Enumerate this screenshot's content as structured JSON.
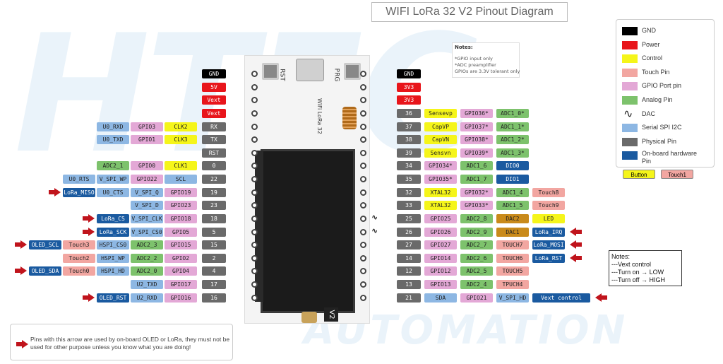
{
  "title": "WIFI LoRa 32 V2 Pinout Diagram",
  "watermark": {
    "left": "HTEC",
    "bottom": "AUTOMATION"
  },
  "colors": {
    "gnd": "#000000",
    "power": "#e8151b",
    "control": "#f5f51a",
    "touch": "#f2a6a1",
    "gpio": "#e3a8d6",
    "analog": "#7dc26c",
    "serial": "#8db7e3",
    "physical": "#6a6a6a",
    "onboard": "#1a5aa0",
    "button": "#f5f51a",
    "dac": "#c98a1a",
    "sens": "#f5f51a"
  },
  "notes_top": {
    "heading": "Notes:",
    "lines": [
      "*GPIO input only",
      "*ADC preamplifier",
      "GPIOs are  3.3V tolerant only"
    ]
  },
  "notes_right": {
    "heading": "Notes:",
    "lines": [
      "---Vext control",
      "---Turn on  →  LOW",
      "---Turn off  →  HIGH"
    ]
  },
  "footer_note": "Pins with this arrow are used by on-board OLED or LoRa, they must not be used for other purpose unless you know what you are doing!",
  "legend": [
    {
      "label": "GND",
      "color": "#000000",
      "icon": "swatch"
    },
    {
      "label": "Power",
      "color": "#e8151b",
      "icon": "swatch"
    },
    {
      "label": "Control",
      "color": "#f5f51a",
      "icon": "swatch"
    },
    {
      "label": "Touch Pin",
      "color": "#f2a6a1",
      "icon": "swatch"
    },
    {
      "label": "GPIO Port pin",
      "color": "#e3a8d6",
      "icon": "swatch"
    },
    {
      "label": "Analog Pin",
      "color": "#7dc26c",
      "icon": "swatch"
    },
    {
      "label": "DAC",
      "color": "",
      "icon": "dac-wave"
    },
    {
      "label": "Serial SPI I2C",
      "color": "#8db7e3",
      "icon": "swatch"
    },
    {
      "label": "Physical Pin",
      "color": "#6a6a6a",
      "icon": "swatch"
    },
    {
      "label": "On-board hardware Pin",
      "color": "#1a5aa0",
      "icon": "swatch"
    }
  ],
  "legend_buttons": {
    "button": "Button",
    "touch1": "Touch1"
  },
  "board": {
    "rst": "RST",
    "prg": "PRG",
    "v2": "V2",
    "model": "WiFi LoRa 32"
  },
  "left_pins": [
    {
      "phys": "GND",
      "type": "gnd",
      "labels": [],
      "arrow": false
    },
    {
      "phys": "5V",
      "type": "power",
      "labels": [],
      "arrow": false
    },
    {
      "phys": "Vext",
      "type": "power",
      "labels": [],
      "arrow": false
    },
    {
      "phys": "Vext",
      "type": "power",
      "labels": [],
      "arrow": false
    },
    {
      "phys": "RX",
      "type": "physical",
      "labels": [
        {
          "t": "CLK2",
          "c": "control"
        },
        {
          "t": "GPIO3",
          "c": "gpio"
        },
        {
          "t": "U0_RXD",
          "c": "serial"
        }
      ],
      "arrow": false
    },
    {
      "phys": "TX",
      "type": "physical",
      "labels": [
        {
          "t": "CLK3",
          "c": "control"
        },
        {
          "t": "GPIO1",
          "c": "gpio"
        },
        {
          "t": "U0_TXD",
          "c": "serial"
        }
      ],
      "arrow": false
    },
    {
      "phys": "RST",
      "type": "physical",
      "labels": [],
      "arrow": false
    },
    {
      "phys": "0",
      "type": "physical",
      "labels": [
        {
          "t": "CLK1",
          "c": "control"
        },
        {
          "t": "GPIO0",
          "c": "gpio"
        },
        {
          "t": "ADC2_1",
          "c": "analog"
        }
      ],
      "arrow": false
    },
    {
      "phys": "22",
      "type": "physical",
      "labels": [
        {
          "t": "SCL",
          "c": "serial"
        },
        {
          "t": "GPIO22",
          "c": "gpio"
        },
        {
          "t": "V_SPI_WP",
          "c": "serial"
        },
        {
          "t": "U0_RTS",
          "c": "serial"
        }
      ],
      "arrow": false
    },
    {
      "phys": "19",
      "type": "physical",
      "labels": [
        {
          "t": "GPIO19",
          "c": "gpio"
        },
        {
          "t": "V_SPI_Q",
          "c": "serial"
        },
        {
          "t": "U0_CTS",
          "c": "serial"
        },
        {
          "t": "LoRa_MISO",
          "c": "onboard"
        }
      ],
      "arrow": true
    },
    {
      "phys": "23",
      "type": "physical",
      "labels": [
        {
          "t": "GPIO23",
          "c": "gpio"
        },
        {
          "t": "V_SPI_D",
          "c": "serial"
        }
      ],
      "arrow": false
    },
    {
      "phys": "18",
      "type": "physical",
      "labels": [
        {
          "t": "GPIO18",
          "c": "gpio"
        },
        {
          "t": "V_SPI_CLK",
          "c": "serial"
        },
        {
          "t": "LoRa_CS",
          "c": "onboard"
        }
      ],
      "arrow": true
    },
    {
      "phys": "5",
      "type": "physical",
      "labels": [
        {
          "t": "GPIO5",
          "c": "gpio"
        },
        {
          "t": "V_SPI_CS0",
          "c": "serial"
        },
        {
          "t": "LoRa_SCK",
          "c": "onboard"
        }
      ],
      "arrow": true
    },
    {
      "phys": "15",
      "type": "physical",
      "labels": [
        {
          "t": "GPIO15",
          "c": "gpio"
        },
        {
          "t": "ADC2_3",
          "c": "analog"
        },
        {
          "t": "HSPI_CS0",
          "c": "serial"
        },
        {
          "t": "Touch3",
          "c": "touch"
        },
        {
          "t": "OLED_SCL",
          "c": "onboard"
        }
      ],
      "arrow": true
    },
    {
      "phys": "2",
      "type": "physical",
      "labels": [
        {
          "t": "GPIO2",
          "c": "gpio"
        },
        {
          "t": "ADC2_2",
          "c": "analog"
        },
        {
          "t": "HSPI_WP",
          "c": "serial"
        },
        {
          "t": "Touch2",
          "c": "touch"
        }
      ],
      "arrow": false
    },
    {
      "phys": "4",
      "type": "physical",
      "labels": [
        {
          "t": "GPIO4",
          "c": "gpio"
        },
        {
          "t": "ADC2_0",
          "c": "analog"
        },
        {
          "t": "HSPI_HD",
          "c": "serial"
        },
        {
          "t": "Touch0",
          "c": "touch"
        },
        {
          "t": "OLED_SDA",
          "c": "onboard"
        }
      ],
      "arrow": true
    },
    {
      "phys": "17",
      "type": "physical",
      "labels": [
        {
          "t": "GPIO17",
          "c": "gpio"
        },
        {
          "t": "U2_TXD",
          "c": "serial"
        }
      ],
      "arrow": false
    },
    {
      "phys": "16",
      "type": "physical",
      "labels": [
        {
          "t": "GPIO16",
          "c": "gpio"
        },
        {
          "t": "U2_RXD",
          "c": "serial"
        },
        {
          "t": "OLED_RST",
          "c": "onboard"
        }
      ],
      "arrow": true
    }
  ],
  "right_pins": [
    {
      "phys": "GND",
      "type": "gnd",
      "labels": [],
      "arrow": false,
      "dac": false
    },
    {
      "phys": "3V3",
      "type": "power",
      "labels": [],
      "arrow": false,
      "dac": false
    },
    {
      "phys": "3V3",
      "type": "power",
      "labels": [],
      "arrow": false,
      "dac": false
    },
    {
      "phys": "36",
      "type": "physical",
      "labels": [
        {
          "t": "Sensevp",
          "c": "sens"
        },
        {
          "t": "GPIO36*",
          "c": "gpio"
        },
        {
          "t": "ADC1_0*",
          "c": "analog"
        }
      ],
      "arrow": false,
      "dac": false
    },
    {
      "phys": "37",
      "type": "physical",
      "labels": [
        {
          "t": "CapVP",
          "c": "sens"
        },
        {
          "t": "GPIO37*",
          "c": "gpio"
        },
        {
          "t": "ADC1_1*",
          "c": "analog"
        }
      ],
      "arrow": false,
      "dac": false
    },
    {
      "phys": "38",
      "type": "physical",
      "labels": [
        {
          "t": "CapVN",
          "c": "sens"
        },
        {
          "t": "GPIO38*",
          "c": "gpio"
        },
        {
          "t": "ADC1_2*",
          "c": "analog"
        }
      ],
      "arrow": false,
      "dac": false
    },
    {
      "phys": "39",
      "type": "physical",
      "labels": [
        {
          "t": "Sensvn",
          "c": "sens"
        },
        {
          "t": "GPIO39*",
          "c": "gpio"
        },
        {
          "t": "ADC1_3*",
          "c": "analog"
        }
      ],
      "arrow": false,
      "dac": false
    },
    {
      "phys": "34",
      "type": "physical",
      "labels": [
        {
          "t": "GPIO34*",
          "c": "gpio"
        },
        {
          "t": "ADC1_6",
          "c": "analog"
        },
        {
          "t": "DIO0",
          "c": "onboard"
        }
      ],
      "arrow": false,
      "dac": false
    },
    {
      "phys": "35",
      "type": "physical",
      "labels": [
        {
          "t": "GPIO35*",
          "c": "gpio"
        },
        {
          "t": "ADC1_7",
          "c": "analog"
        },
        {
          "t": "DIO1",
          "c": "onboard"
        }
      ],
      "arrow": false,
      "dac": false
    },
    {
      "phys": "32",
      "type": "physical",
      "labels": [
        {
          "t": "XTAL32",
          "c": "sens"
        },
        {
          "t": "GPIO32*",
          "c": "gpio"
        },
        {
          "t": "ADC1_4",
          "c": "analog"
        },
        {
          "t": "Touch8",
          "c": "touch"
        }
      ],
      "arrow": false,
      "dac": false
    },
    {
      "phys": "33",
      "type": "physical",
      "labels": [
        {
          "t": "XTAL32",
          "c": "sens"
        },
        {
          "t": "GPIO33*",
          "c": "gpio"
        },
        {
          "t": "ADC1_5",
          "c": "analog"
        },
        {
          "t": "Touch9",
          "c": "touch"
        }
      ],
      "arrow": false,
      "dac": false
    },
    {
      "phys": "25",
      "type": "physical",
      "labels": [
        {
          "t": "GPIO25",
          "c": "gpio"
        },
        {
          "t": "ADC2_8",
          "c": "analog"
        },
        {
          "t": "DAC2",
          "c": "dac"
        },
        {
          "t": "LED",
          "c": "sens"
        }
      ],
      "arrow": false,
      "dac": true
    },
    {
      "phys": "26",
      "type": "physical",
      "labels": [
        {
          "t": "GPIO26",
          "c": "gpio"
        },
        {
          "t": "ADC2_9",
          "c": "analog"
        },
        {
          "t": "DAC1",
          "c": "dac"
        },
        {
          "t": "LoRa_IRQ",
          "c": "onboard"
        }
      ],
      "arrow": true,
      "dac": true
    },
    {
      "phys": "27",
      "type": "physical",
      "labels": [
        {
          "t": "GPIO27",
          "c": "gpio"
        },
        {
          "t": "ADC2_7",
          "c": "analog"
        },
        {
          "t": "TOUCH7",
          "c": "touch"
        },
        {
          "t": "LoRa_MOSI",
          "c": "onboard"
        }
      ],
      "arrow": true,
      "dac": false
    },
    {
      "phys": "14",
      "type": "physical",
      "labels": [
        {
          "t": "GPIO14",
          "c": "gpio"
        },
        {
          "t": "ADC2_6",
          "c": "analog"
        },
        {
          "t": "TOUCH6",
          "c": "touch"
        },
        {
          "t": "LoRa_RST",
          "c": "onboard"
        }
      ],
      "arrow": true,
      "dac": false
    },
    {
      "phys": "12",
      "type": "physical",
      "labels": [
        {
          "t": "GPIO12",
          "c": "gpio"
        },
        {
          "t": "ADC2_5",
          "c": "analog"
        },
        {
          "t": "TOUCH5",
          "c": "touch"
        }
      ],
      "arrow": false,
      "dac": false
    },
    {
      "phys": "13",
      "type": "physical",
      "labels": [
        {
          "t": "GPIO13",
          "c": "gpio"
        },
        {
          "t": "ADC2_4",
          "c": "analog"
        },
        {
          "t": "TPUCH4",
          "c": "touch"
        }
      ],
      "arrow": false,
      "dac": false
    },
    {
      "phys": "21",
      "type": "physical",
      "labels": [
        {
          "t": "SDA",
          "c": "serial"
        },
        {
          "t": "GPIO21",
          "c": "gpio"
        },
        {
          "t": "V_SPI_HD",
          "c": "serial"
        },
        {
          "t": "Vext control",
          "c": "onboard"
        }
      ],
      "arrow": true,
      "dac": false
    }
  ]
}
